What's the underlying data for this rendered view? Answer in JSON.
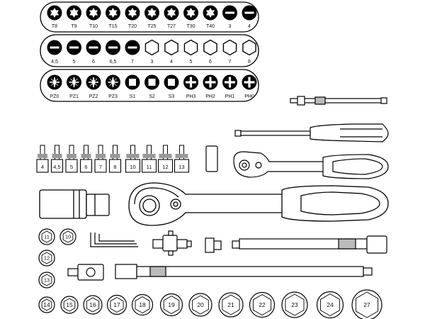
{
  "strip1_labels": [
    "T8",
    "T9",
    "T10",
    "T15",
    "T20",
    "T25",
    "T27",
    "T30",
    "T40",
    "3",
    "4"
  ],
  "strip2_labels": [
    "4,5",
    "5",
    "6",
    "6,5",
    "7",
    "3",
    "4",
    "5",
    "6",
    "7",
    "8"
  ],
  "strip3_labels": [
    "PZ0",
    "PZ1",
    "PZ2",
    "PZ3",
    "S1",
    "S2",
    "S3",
    "PH3",
    "PH2",
    "PH1",
    "PH0"
  ],
  "small_sockets": [
    "4",
    "4,5",
    "5",
    "6",
    "7",
    "8",
    "10",
    "11",
    "12",
    "13"
  ],
  "left_sockets": [
    "11",
    "10",
    "12",
    "13"
  ],
  "bottom_sockets": [
    "14",
    "15",
    "16",
    "17",
    "18",
    "19",
    "20",
    "21",
    "22",
    "23",
    "24",
    "27"
  ]
}
